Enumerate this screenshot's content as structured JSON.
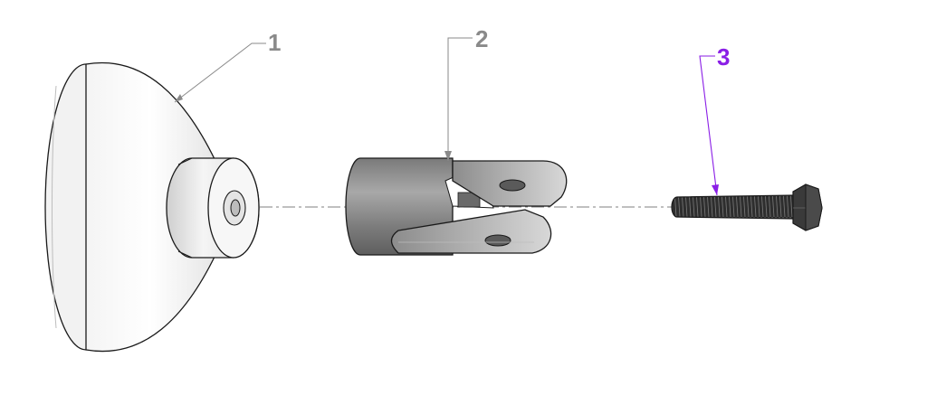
{
  "callouts": [
    {
      "label": "1",
      "color": "#8a8a8a"
    },
    {
      "label": "2",
      "color": "#8a8a8a"
    },
    {
      "label": "3",
      "color": "#8a1ee6"
    }
  ],
  "colors": {
    "outline": "#1a1a1a",
    "leader_gray": "#8a8a8a",
    "leader_highlight": "#8a1ee6",
    "metal_dark": "#6e6e6e",
    "metal_mid": "#9a9a9a",
    "bolt": "#2a2a2a"
  }
}
